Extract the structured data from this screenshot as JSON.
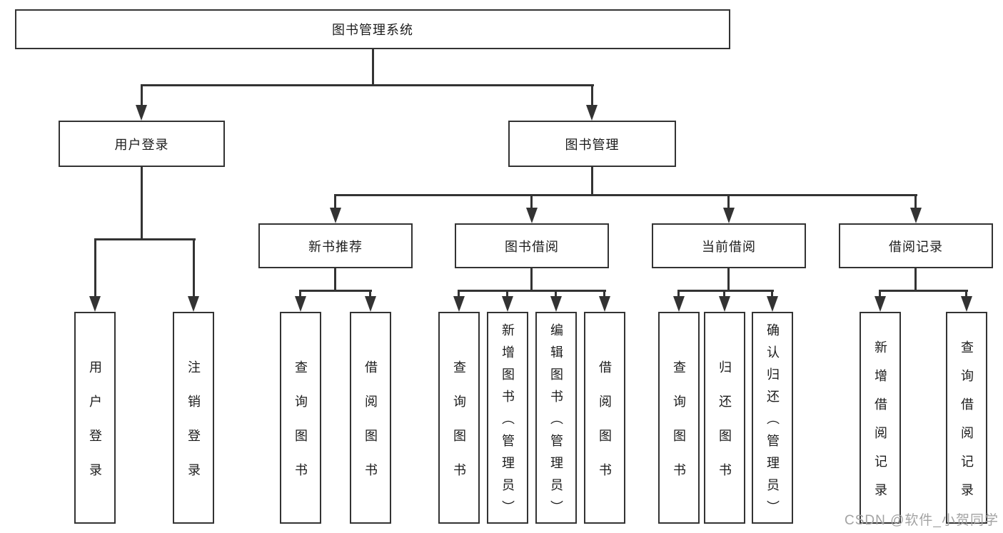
{
  "tree": {
    "root": {
      "label": "图书管理系统",
      "children": [
        {
          "label": "用户登录",
          "children": [
            {
              "label": "用户登录"
            },
            {
              "label": "注销登录"
            }
          ]
        },
        {
          "label": "图书管理",
          "children": [
            {
              "label": "新书推荐",
              "children": [
                {
                  "label": "查询图书"
                },
                {
                  "label": "借阅图书"
                }
              ]
            },
            {
              "label": "图书借阅",
              "children": [
                {
                  "label": "查询图书"
                },
                {
                  "label": "新增图书（管理员）"
                },
                {
                  "label": "编辑图书（管理员）"
                },
                {
                  "label": "借阅图书"
                }
              ]
            },
            {
              "label": "当前借阅",
              "children": [
                {
                  "label": "查询图书"
                },
                {
                  "label": "归还图书"
                },
                {
                  "label": "确认归还（管理员）"
                }
              ]
            },
            {
              "label": "借阅记录",
              "children": [
                {
                  "label": "新增借阅记录"
                },
                {
                  "label": "查询借阅记录"
                }
              ]
            }
          ]
        }
      ]
    }
  },
  "watermark": {
    "text": "CSDN @软件_小贺同学"
  },
  "colors": {
    "line": "#333333",
    "box_background": "#ffffff",
    "text": "#1c1c1c",
    "watermark": "#a3a3a3"
  }
}
